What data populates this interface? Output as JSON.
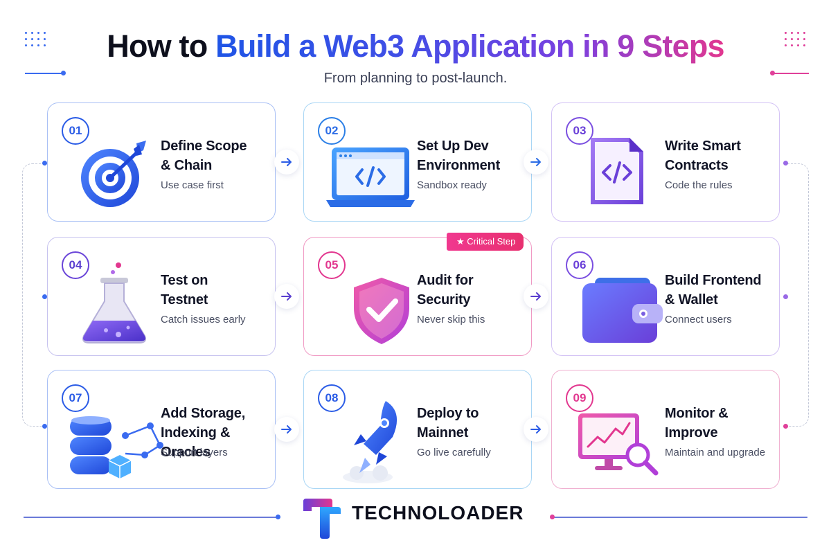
{
  "header": {
    "title_black": "How to ",
    "title_gradient": "Build a Web3 Application in 9 Steps",
    "subtitle": "From planning to post-launch."
  },
  "badge": {
    "label": "Critical Step",
    "icon": "star-icon"
  },
  "steps": [
    {
      "number": "01",
      "title": "Define Scope\n& Chain",
      "desc": "Use case first",
      "icon": "target-icon",
      "color": "#2b5ce6"
    },
    {
      "number": "02",
      "title": "Set Up Dev\nEnvironment",
      "desc": "Sandbox ready",
      "icon": "laptop-code-icon",
      "color": "#2b7fe6"
    },
    {
      "number": "03",
      "title": "Write Smart\nContracts",
      "desc": "Code the rules",
      "icon": "code-file-icon",
      "color": "#7b4fe0"
    },
    {
      "number": "04",
      "title": "Test on\nTestnet",
      "desc": "Catch issues early",
      "icon": "flask-icon",
      "color": "#6a45d8"
    },
    {
      "number": "05",
      "title": "Audit for\nSecurity",
      "desc": "Never skip this",
      "icon": "shield-check-icon",
      "color": "#e2378f"
    },
    {
      "number": "06",
      "title": "Build Frontend\n& Wallet",
      "desc": "Connect users",
      "icon": "wallet-icon",
      "color": "#5f49dc"
    },
    {
      "number": "07",
      "title": "Add Storage,\nIndexing & Oracles",
      "desc": "Support layers",
      "icon": "database-network-icon",
      "color": "#2b5ce6"
    },
    {
      "number": "08",
      "title": "Deploy to\nMainnet",
      "desc": "Go live carefully",
      "icon": "rocket-icon",
      "color": "#2b5ce6"
    },
    {
      "number": "09",
      "title": "Monitor &\nImprove",
      "desc": "Maintain and upgrade",
      "icon": "monitor-chart-icon",
      "color": "#e2378f"
    }
  ],
  "footer": {
    "brand": "TECHNOLOADER",
    "logo": "technoloader-logo"
  },
  "colors": {
    "blue": "#2b5ce6",
    "purple": "#7b4fe0",
    "pink": "#e2378f"
  }
}
